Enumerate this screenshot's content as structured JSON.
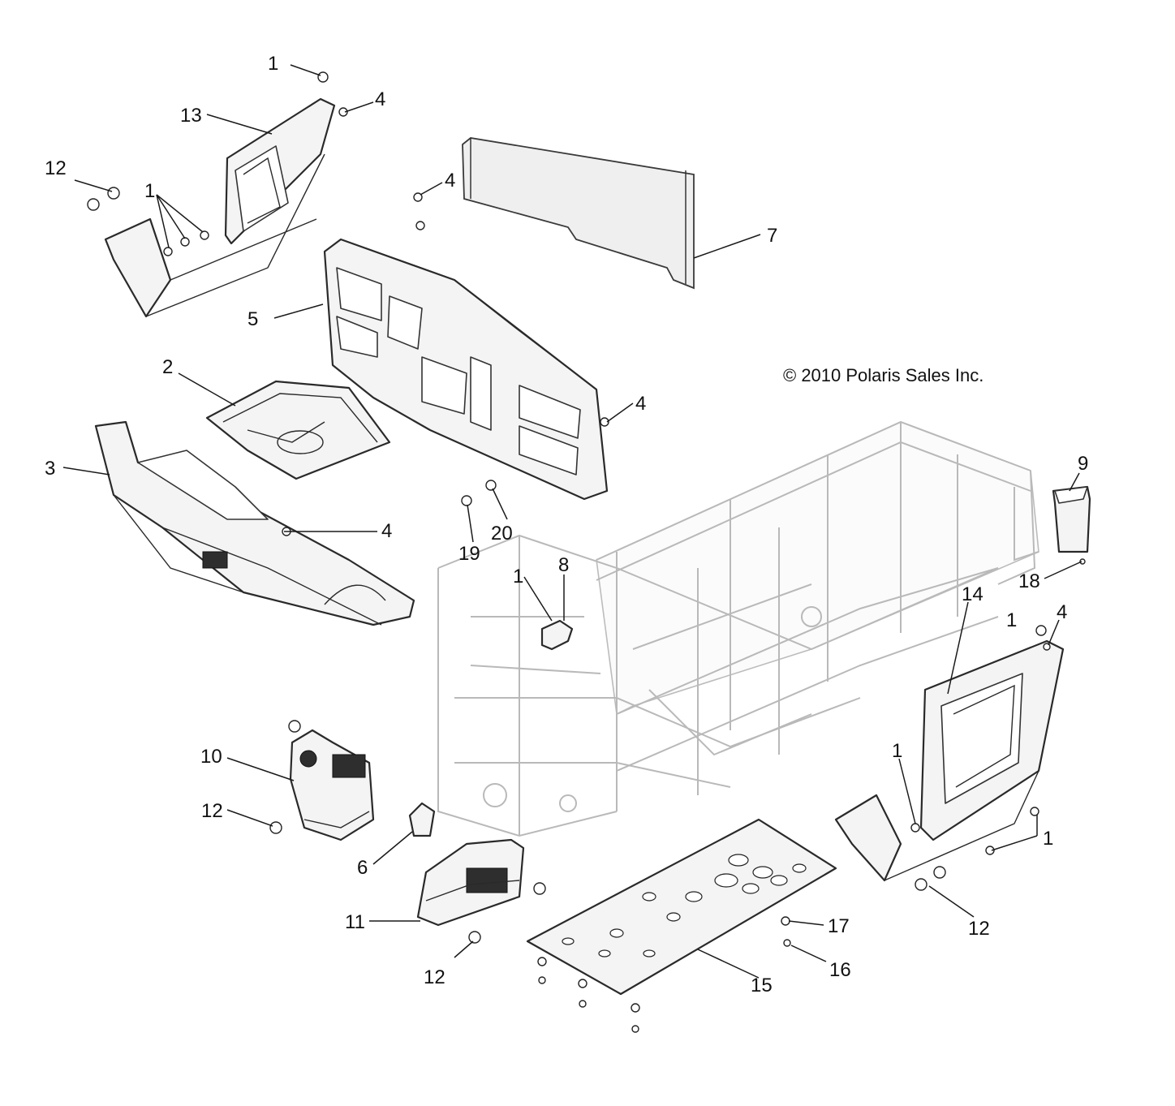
{
  "copyright": "© 2010 Polaris Sales Inc.",
  "callouts": {
    "c1a": "1",
    "c1b": "1",
    "c1c": "1",
    "c1d": "1",
    "c1e": "1",
    "c1f": "1",
    "c2": "2",
    "c3": "3",
    "c4a": "4",
    "c4b": "4",
    "c4c": "4",
    "c4d": "4",
    "c4e": "4",
    "c5": "5",
    "c6": "6",
    "c7": "7",
    "c8": "8",
    "c9": "9",
    "c10": "10",
    "c11": "11",
    "c12a": "12",
    "c12b": "12",
    "c12c": "12",
    "c12d": "12",
    "c13": "13",
    "c14": "14",
    "c15": "15",
    "c16": "16",
    "c17": "17",
    "c18": "18",
    "c19": "19",
    "c20": "20"
  }
}
